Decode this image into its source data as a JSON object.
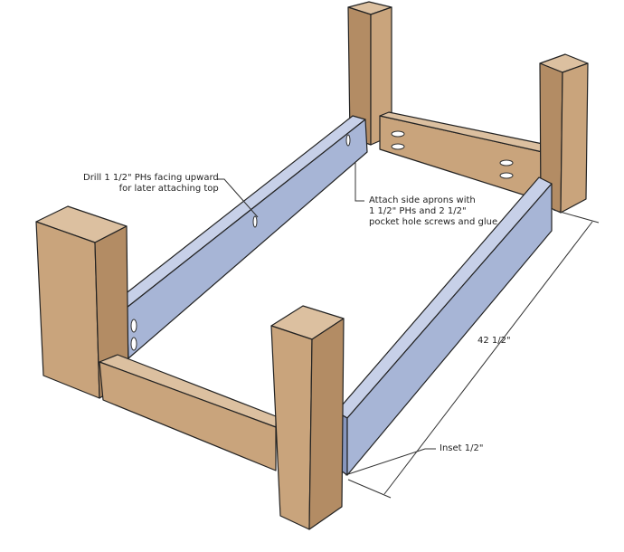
{
  "annotations": {
    "drill_line1": "Drill 1 1/2\" PHs facing upward",
    "drill_line2": "for later attaching top",
    "attach_line1": "Attach side aprons with",
    "attach_line2": "1 1/2\" PHs and 2 1/2\"",
    "attach_line3": "pocket hole screws and glue",
    "length": "42 1/2\"",
    "inset": "Inset 1/2\""
  },
  "colors": {
    "wood_front": "#c9a47c",
    "wood_side": "#b38c64",
    "wood_top": "#dcc0a0",
    "apron": "#a7b5d6",
    "apron_dark": "#8796bd"
  }
}
